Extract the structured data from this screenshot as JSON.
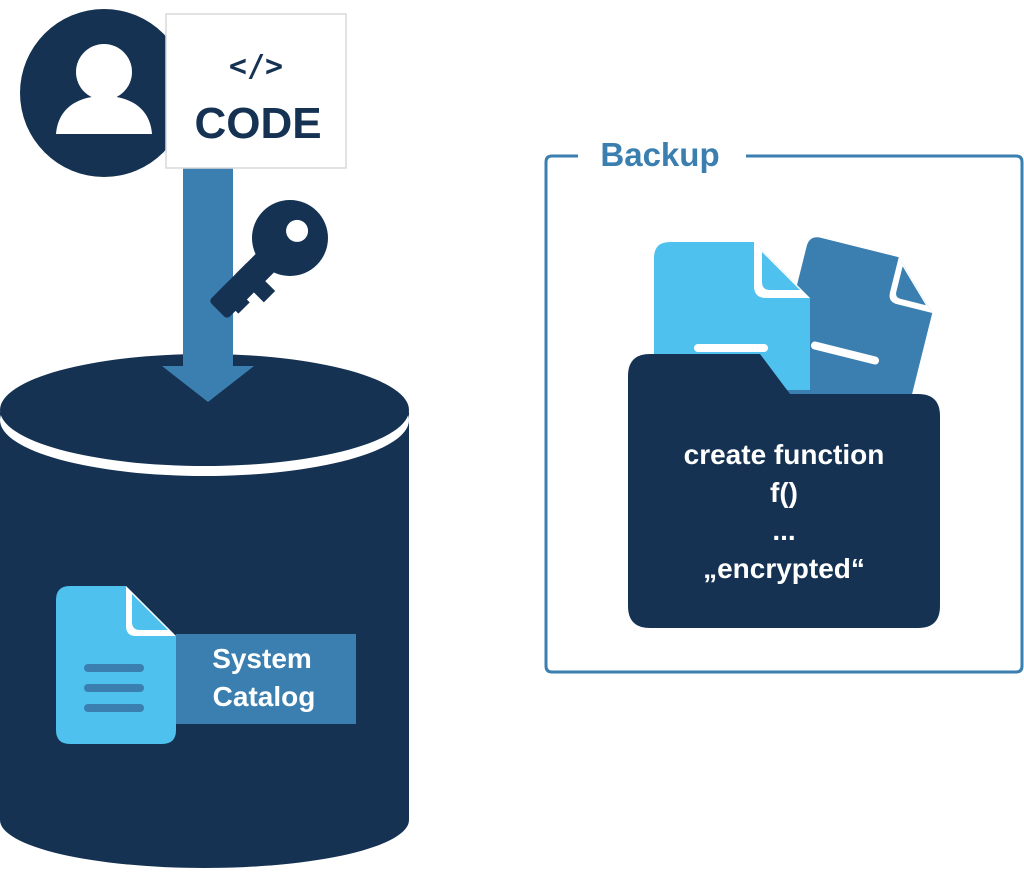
{
  "colors": {
    "navy": "#153253",
    "mid_blue": "#3a7fb0",
    "light_blue": "#4ec1ee",
    "white": "#ffffff",
    "box_border": "#d9d9d9"
  },
  "icons": [
    "user-icon",
    "code-icon",
    "arrow-down-icon",
    "key-icon",
    "database-icon",
    "document-icon",
    "folder-icon"
  ],
  "code_box": {
    "tag": "</>",
    "word": "CODE"
  },
  "database": {
    "catalog_line1": "System",
    "catalog_line2": "Catalog"
  },
  "backup": {
    "title": "Backup",
    "lines": [
      "create function",
      "f()",
      "...",
      "„encrypted“"
    ]
  }
}
